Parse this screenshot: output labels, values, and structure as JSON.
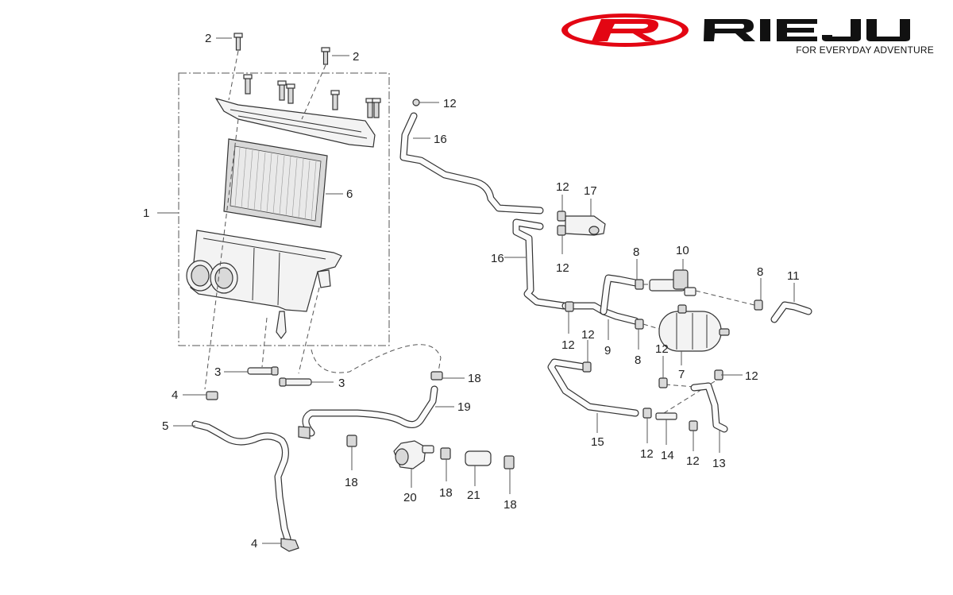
{
  "brand": {
    "name": "RIEJU",
    "tagline": "FOR EVERYDAY ADVENTURE",
    "logo_color": "#e30613",
    "text_color": "#111111"
  },
  "callouts": [
    {
      "id": "c1",
      "text": "1"
    },
    {
      "id": "c2a",
      "text": "2"
    },
    {
      "id": "c2b",
      "text": "2"
    },
    {
      "id": "c3a",
      "text": "3"
    },
    {
      "id": "c3b",
      "text": "3"
    },
    {
      "id": "c4a",
      "text": "4"
    },
    {
      "id": "c4b",
      "text": "4"
    },
    {
      "id": "c5",
      "text": "5"
    },
    {
      "id": "c6",
      "text": "6"
    },
    {
      "id": "c7",
      "text": "7"
    },
    {
      "id": "c8a",
      "text": "8"
    },
    {
      "id": "c8b",
      "text": "8"
    },
    {
      "id": "c8c",
      "text": "8"
    },
    {
      "id": "c9",
      "text": "9"
    },
    {
      "id": "c10",
      "text": "10"
    },
    {
      "id": "c11",
      "text": "11"
    },
    {
      "id": "c12a",
      "text": "12"
    },
    {
      "id": "c12b",
      "text": "12"
    },
    {
      "id": "c12c",
      "text": "12"
    },
    {
      "id": "c12d",
      "text": "12"
    },
    {
      "id": "c12e",
      "text": "12"
    },
    {
      "id": "c12f",
      "text": "12"
    },
    {
      "id": "c12g",
      "text": "12"
    },
    {
      "id": "c12h",
      "text": "12"
    },
    {
      "id": "c12i",
      "text": "12"
    },
    {
      "id": "c13",
      "text": "13"
    },
    {
      "id": "c14",
      "text": "14"
    },
    {
      "id": "c15",
      "text": "15"
    },
    {
      "id": "c16a",
      "text": "16"
    },
    {
      "id": "c16b",
      "text": "16"
    },
    {
      "id": "c17",
      "text": "17"
    },
    {
      "id": "c18a",
      "text": "18"
    },
    {
      "id": "c18b",
      "text": "18"
    },
    {
      "id": "c18c",
      "text": "18"
    },
    {
      "id": "c18d",
      "text": "18"
    },
    {
      "id": "c19",
      "text": "19"
    },
    {
      "id": "c20",
      "text": "20"
    },
    {
      "id": "c21",
      "text": "21"
    }
  ]
}
